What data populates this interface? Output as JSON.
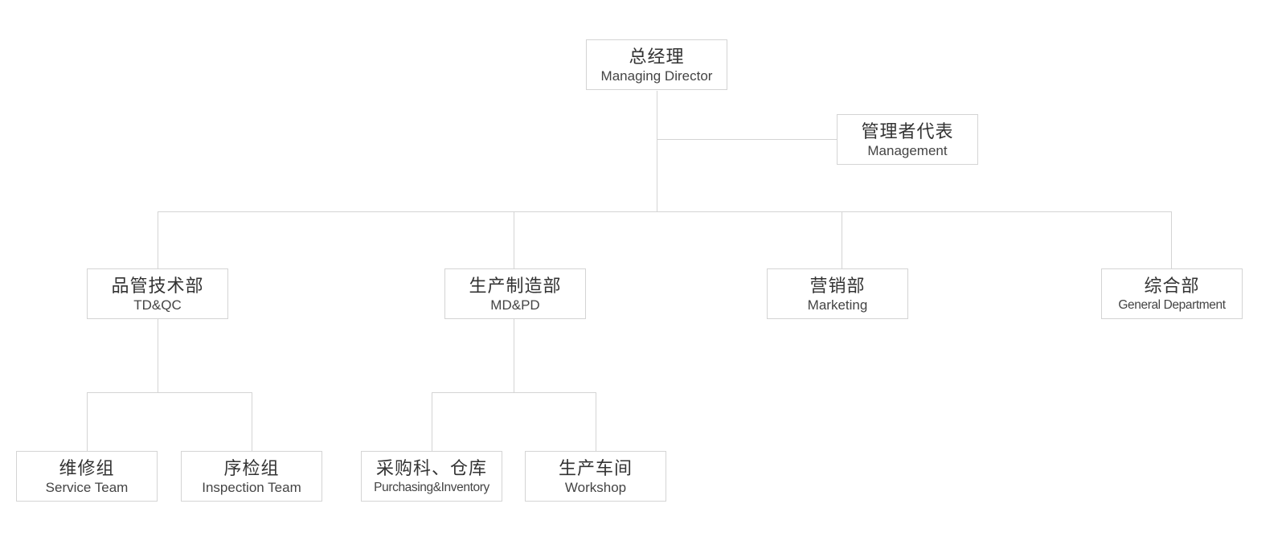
{
  "org_chart": {
    "root": {
      "zh": "总经理",
      "en": "Managing Director"
    },
    "representative": {
      "zh": "管理者代表",
      "en": "Management"
    },
    "departments": [
      {
        "zh": "品管技术部",
        "en": "TD&QC",
        "teams": [
          {
            "zh": "维修组",
            "en": "Service Team"
          },
          {
            "zh": "序检组",
            "en": "Inspection Team"
          }
        ]
      },
      {
        "zh": "生产制造部",
        "en": "MD&PD",
        "teams": [
          {
            "zh": "采购科、仓库",
            "en": "Purchasing&Inventory"
          },
          {
            "zh": "生产车间",
            "en": "Workshop"
          }
        ]
      },
      {
        "zh": "营销部",
        "en": "Marketing",
        "teams": []
      },
      {
        "zh": "综合部",
        "en": "General Department",
        "teams": []
      }
    ]
  },
  "colors": {
    "line": "#d4d4d4",
    "box_border": "#d4d4d4",
    "text": "#333333",
    "background": "#ffffff"
  }
}
